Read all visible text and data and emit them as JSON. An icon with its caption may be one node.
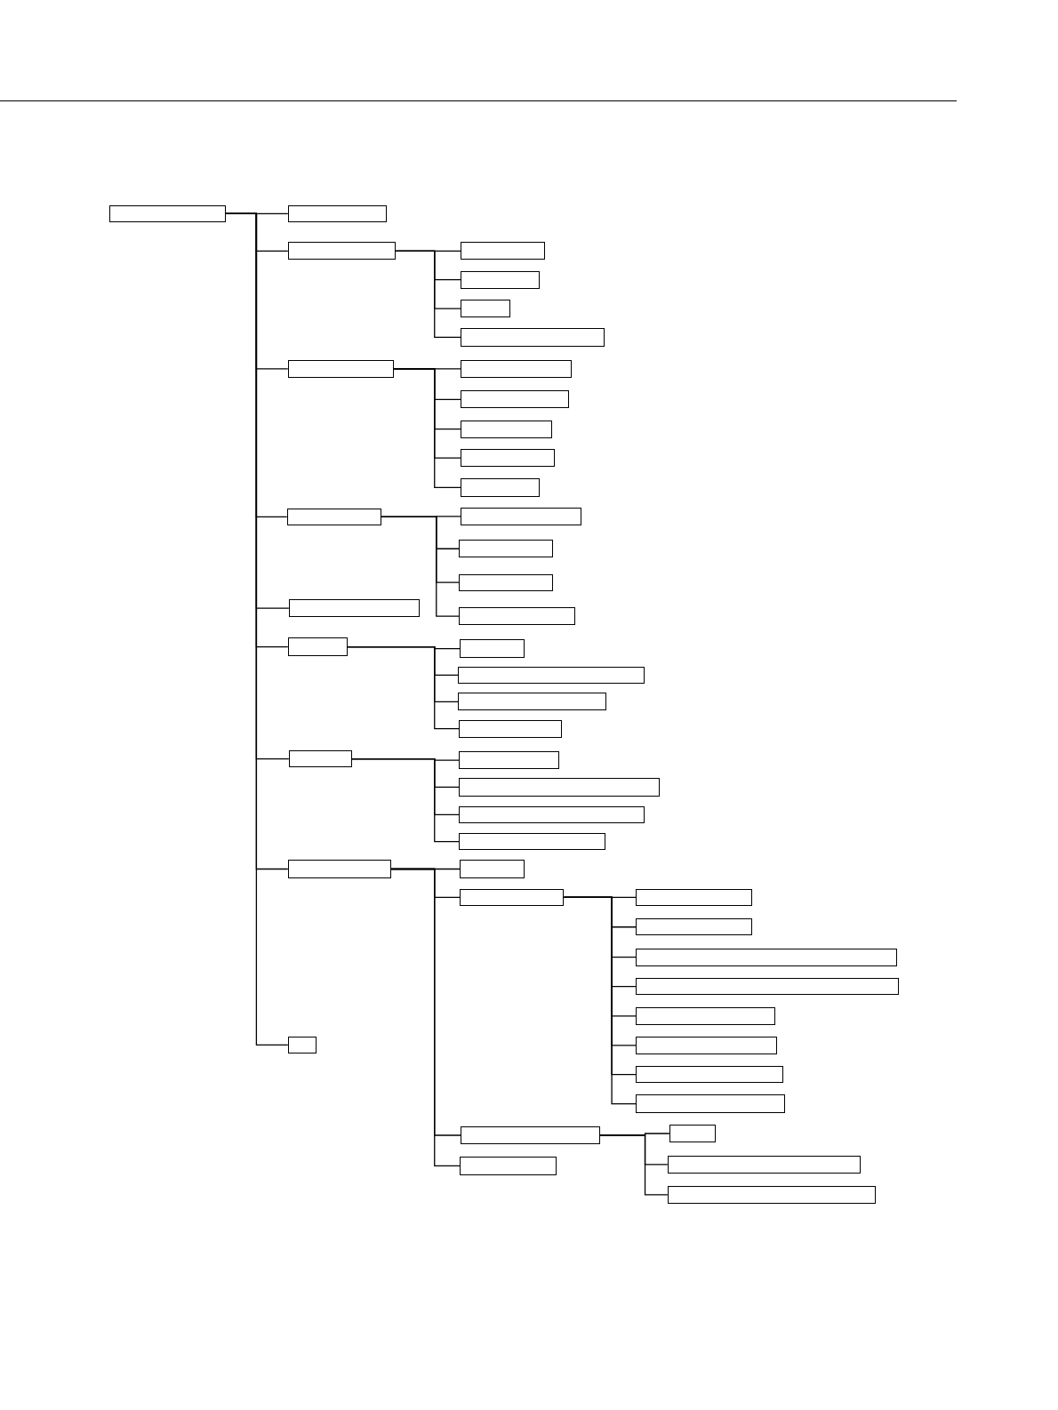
{
  "diagram": {
    "nodes": [
      {
        "text": [],
        "shape": "box"
      },
      {
        "text": [],
        "shape": "box"
      },
      {
        "text": [],
        "shape": "box"
      },
      {
        "text": [],
        "shape": "box"
      },
      {
        "text": [],
        "shape": "box"
      },
      {
        "text": [],
        "shape": "box"
      },
      {
        "text": [],
        "shape": "box"
      },
      {
        "text": [],
        "shape": "box"
      },
      {
        "text": [],
        "shape": "box"
      },
      {
        "text": [],
        "shape": "box"
      },
      {
        "text": [],
        "shape": "box"
      },
      {
        "text": [],
        "shape": "box"
      },
      {
        "text": [],
        "shape": "box"
      },
      {
        "text": [],
        "shape": "box"
      },
      {
        "text": [],
        "shape": "box"
      },
      {
        "text": [],
        "shape": "box"
      },
      {
        "text": [],
        "shape": "box"
      },
      {
        "text": [],
        "shape": "box"
      },
      {
        "text": [],
        "shape": "box"
      },
      {
        "text": [],
        "shape": "box"
      },
      {
        "text": [],
        "shape": "box"
      },
      {
        "text": [],
        "shape": "box"
      },
      {
        "text": [],
        "shape": "box"
      },
      {
        "text": [],
        "shape": "box"
      },
      {
        "text": [],
        "shape": "box"
      },
      {
        "text": [],
        "shape": "box"
      },
      {
        "text": [],
        "shape": "box"
      },
      {
        "text": [],
        "shape": "box"
      },
      {
        "text": [],
        "shape": "box"
      },
      {
        "text": [],
        "shape": "box"
      },
      {
        "text": [],
        "shape": "box"
      },
      {
        "text": [],
        "shape": "box"
      },
      {
        "text": [],
        "shape": "box"
      },
      {
        "text": [],
        "shape": "box"
      },
      {
        "text": [],
        "shape": "box"
      },
      {
        "text": [],
        "shape": "box"
      },
      {
        "text": [],
        "shape": "box"
      },
      {
        "text": [],
        "shape": "box"
      },
      {
        "text": [],
        "shape": "box"
      },
      {
        "text": [],
        "shape": "box"
      },
      {
        "text": [],
        "shape": "box"
      },
      {
        "text": [],
        "shape": "box"
      },
      {
        "text": [],
        "shape": "box"
      },
      {
        "text": [],
        "shape": "box"
      },
      {
        "text": [],
        "shape": "box"
      },
      {
        "text": [],
        "shape": "box"
      }
    ],
    "edges": [
      {
        "from": 0,
        "to": 1,
        "arrow": "none"
      },
      {
        "from": 0,
        "to": 2,
        "arrow": "none"
      },
      {
        "from": 0,
        "to": 7,
        "arrow": "none"
      },
      {
        "from": 0,
        "to": 13,
        "arrow": "none"
      },
      {
        "from": 0,
        "to": 17,
        "arrow": "none"
      },
      {
        "from": 0,
        "to": 19,
        "arrow": "none"
      },
      {
        "from": 0,
        "to": 24,
        "arrow": "none"
      },
      {
        "from": 0,
        "to": 29,
        "arrow": "none"
      },
      {
        "from": 0,
        "to": 37,
        "arrow": "none"
      },
      {
        "from": 2,
        "to": 3,
        "arrow": "none"
      },
      {
        "from": 2,
        "to": 4,
        "arrow": "none"
      },
      {
        "from": 2,
        "to": 5,
        "arrow": "none"
      },
      {
        "from": 2,
        "to": 6,
        "arrow": "none"
      },
      {
        "from": 7,
        "to": 8,
        "arrow": "none"
      },
      {
        "from": 7,
        "to": 9,
        "arrow": "none"
      },
      {
        "from": 7,
        "to": 10,
        "arrow": "none"
      },
      {
        "from": 7,
        "to": 11,
        "arrow": "none"
      },
      {
        "from": 7,
        "to": 12,
        "arrow": "none"
      },
      {
        "from": 13,
        "to": 14,
        "arrow": "none"
      },
      {
        "from": 13,
        "to": 15,
        "arrow": "none"
      },
      {
        "from": 13,
        "to": 16,
        "arrow": "none"
      },
      {
        "from": 13,
        "to": 18,
        "arrow": "none"
      },
      {
        "from": 19,
        "to": 20,
        "arrow": "none"
      },
      {
        "from": 19,
        "to": 21,
        "arrow": "none"
      },
      {
        "from": 19,
        "to": 22,
        "arrow": "none"
      },
      {
        "from": 19,
        "to": 23,
        "arrow": "none"
      },
      {
        "from": 24,
        "to": 25,
        "arrow": "none"
      },
      {
        "from": 24,
        "to": 26,
        "arrow": "none"
      },
      {
        "from": 24,
        "to": 27,
        "arrow": "none"
      },
      {
        "from": 24,
        "to": 28,
        "arrow": "none"
      },
      {
        "from": 29,
        "to": 30,
        "arrow": "none"
      },
      {
        "from": 29,
        "to": 31,
        "arrow": "none"
      },
      {
        "from": 29,
        "to": 41,
        "arrow": "none"
      },
      {
        "from": 29,
        "to": 43,
        "arrow": "none"
      },
      {
        "from": 31,
        "to": 32,
        "arrow": "none"
      },
      {
        "from": 31,
        "to": 33,
        "arrow": "none"
      },
      {
        "from": 31,
        "to": 34,
        "arrow": "none"
      },
      {
        "from": 31,
        "to": 35,
        "arrow": "none"
      },
      {
        "from": 31,
        "to": 36,
        "arrow": "none"
      },
      {
        "from": 31,
        "to": 38,
        "arrow": "none"
      },
      {
        "from": 31,
        "to": 39,
        "arrow": "none"
      },
      {
        "from": 31,
        "to": 40,
        "arrow": "none"
      },
      {
        "from": 41,
        "to": 42,
        "arrow": "none"
      },
      {
        "from": 41,
        "to": 44,
        "arrow": "none"
      },
      {
        "from": 41,
        "to": 45,
        "arrow": "none"
      }
    ]
  }
}
